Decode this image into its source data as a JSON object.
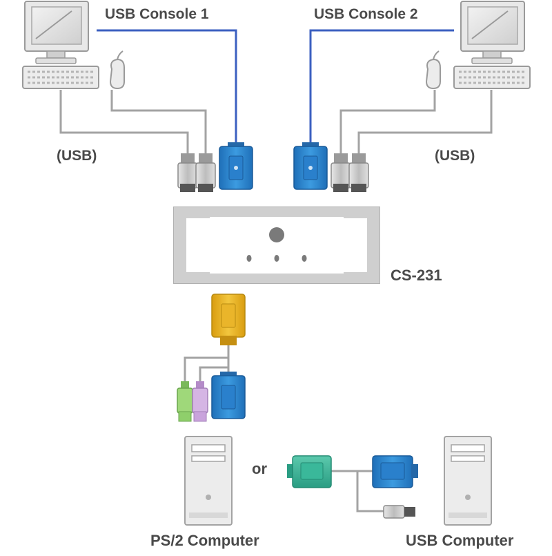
{
  "labels": {
    "console1": "USB Console 1",
    "console2": "USB Console 2",
    "usb_left": "(USB)",
    "usb_right": "(USB)",
    "model": "CS-231",
    "or": "or",
    "ps2_computer": "PS/2 Computer",
    "usb_computer": "USB Computer"
  },
  "colors": {
    "cable_gray": "#a3a3a3",
    "cable_blue": "#3b5fc0",
    "vga_blue": "#2a7fc8",
    "vga_yellow": "#e8b21a",
    "ps2_green": "#8fcf6b",
    "ps2_purple": "#c9a3dc",
    "adapter_teal": "#3ab89a",
    "device_gray": "#d0d0d0",
    "text": "#4a4a4a"
  },
  "icons": [
    "monitor-icon",
    "keyboard-icon",
    "mouse-icon",
    "kvm-switch-icon",
    "vga-connector-icon",
    "ps2-plug-icon",
    "usb-plug-icon",
    "tower-computer-icon"
  ]
}
